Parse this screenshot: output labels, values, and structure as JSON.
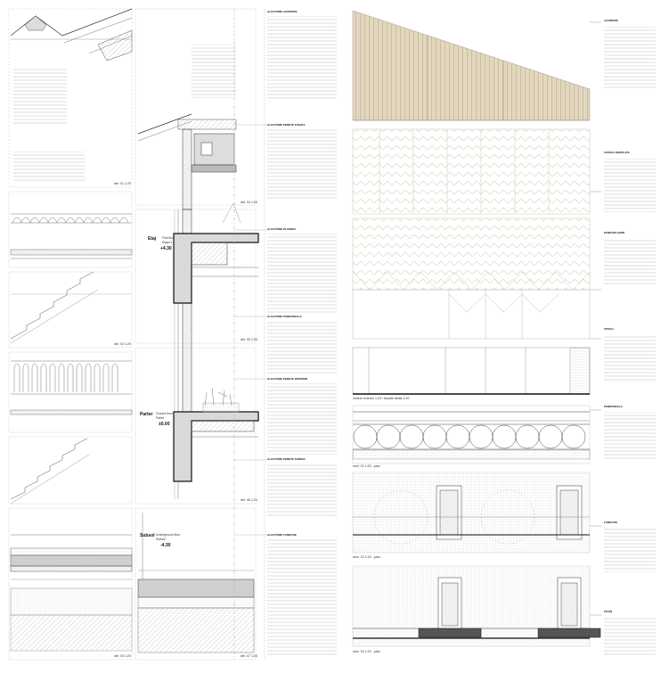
{
  "levels": [
    {
      "name": "Etaj",
      "sub_en": "First floor",
      "sub_ro": "Etajul 1",
      "value": "+4.30"
    },
    {
      "name": "Parter",
      "sub_en": "Ground floor",
      "sub_ro": "Parter",
      "value": "±0.00"
    },
    {
      "name": "Subsol",
      "sub_en": "Underground floor",
      "sub_ro": "Subsol",
      "value": "-4.30"
    }
  ],
  "scales": {
    "s1": "det. 01 1:20",
    "s2": "det. 02 1:20",
    "s3": "det. 03 1:20",
    "s4": "det. 04 1:20",
    "s5": "det. 05 1:20",
    "s6": "det. 06 1:20",
    "s7": "det. 07 1:20",
    "facade": "vedere exterior 1:20 / facade detail 1:20",
    "section1": "sect. 01 1:20 - plan",
    "section2": "sect. 02 1:20 - plan",
    "section3": "sect. 03 1:20 - plan"
  },
  "notes_mid": {
    "n1": "ALCATUIRE ACOPERIS",
    "n2": "ALCATUIRE PERETE FATADA",
    "n3": "ALCATUIRE PLANSEU",
    "n4": "ALCATUIRE PARDOSEALA",
    "n5": "ALCATUIRE PERETE INTERIOR",
    "n6": "ALCATUIRE PERETE SUBSOL",
    "n7": "ALCATUIRE FUNDATIE"
  },
  "notes_right": {
    "r1": "ACOPERIS",
    "r2": "FATADA VENTILATA",
    "r3": "PANOURI LEMN",
    "r4": "VITRAJ",
    "r5": "PARDOSEALA",
    "r6": "FUNDATIE",
    "r7": "PILON"
  },
  "colors": {
    "line": "#555555",
    "wood": "#e3d8bf",
    "wood_line": "#a8997a",
    "concrete": "#d9d9d9",
    "dark": "#111111"
  }
}
